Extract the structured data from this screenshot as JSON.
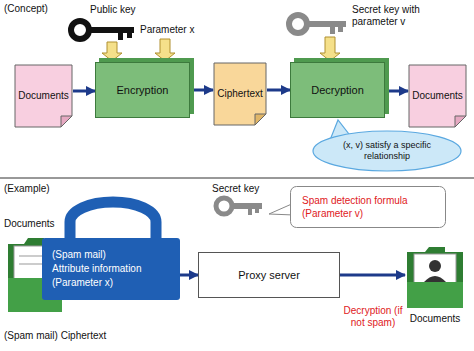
{
  "diagram": {
    "nodes": [
      {
        "text": [
          "Documents"
        ]
      },
      {
        "text": [
          "Encryption"
        ]
      },
      {
        "text": [
          "Ciphertext"
        ]
      },
      {
        "text": [
          "Decryption"
        ]
      },
      {
        "text": [
          "Documents"
        ]
      },
      {
        "text": [
          "(x, v) satisfy a specific relationship"
        ]
      },
      {
        "text": [
          "(Spam mail)",
          "Attribute information",
          "(Parameter x)"
        ]
      },
      {
        "text": [
          "Proxy server"
        ]
      },
      {
        "text": [
          "Documents"
        ]
      },
      {
        "text": [
          "Spam detection formula",
          "(Parameter v)"
        ]
      }
    ],
    "edges": [
      {
        "from": 0,
        "to": 1,
        "arrow": "to"
      },
      {
        "from": 1,
        "to": 2,
        "arrow": "to"
      },
      {
        "from": 2,
        "to": 3,
        "arrow": "to"
      },
      {
        "from": 3,
        "to": 4,
        "arrow": "to"
      },
      {
        "from": 6,
        "to": 7,
        "arrow": "to"
      },
      {
        "from": 7,
        "to": 8,
        "label": "Decryption (if not spam)",
        "arrow": "to"
      }
    ],
    "labels": [
      "(Concept)",
      "Public key",
      "Parameter x",
      "Secret key with parameter v",
      "(Example)",
      "Secret key",
      "Documents",
      "(Spam mail) Ciphertext"
    ]
  }
}
